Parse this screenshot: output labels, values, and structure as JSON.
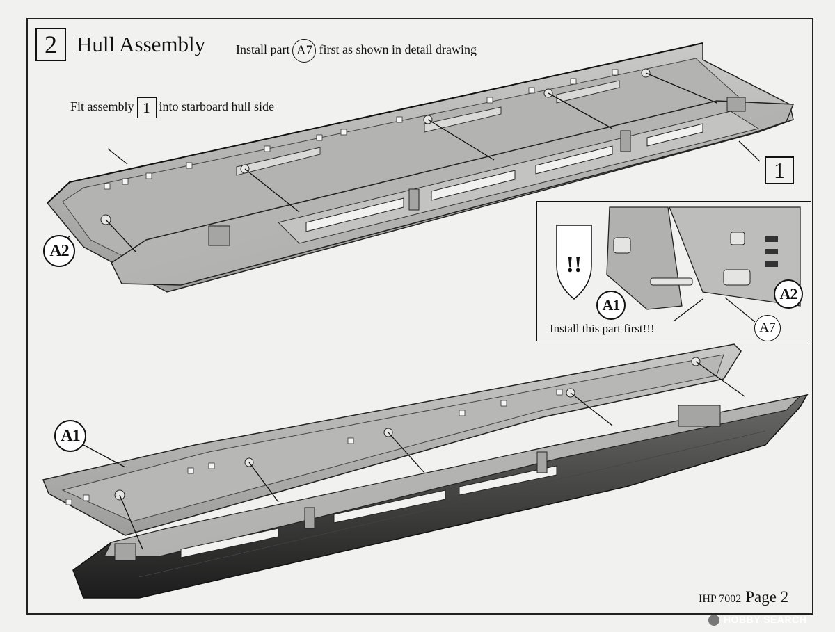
{
  "step": {
    "number": "2",
    "title": "Hull Assembly"
  },
  "instructions": {
    "install_prefix": "Install part",
    "install_part": "A7",
    "install_suffix": "first as shown in detail drawing",
    "fit_prefix": "Fit assembly",
    "fit_part": "1",
    "fit_suffix": "into starboard hull side"
  },
  "callouts": {
    "assembly_box": "1",
    "a2": "A2",
    "a1": "A1"
  },
  "detail": {
    "warning": "!!",
    "a1": "A1",
    "a2": "A2",
    "a7": "A7",
    "note": "Install this part first!!!"
  },
  "footer": {
    "code": "IHP 7002",
    "page": "Page 2"
  },
  "watermark": "HOBBY SEARCH"
}
